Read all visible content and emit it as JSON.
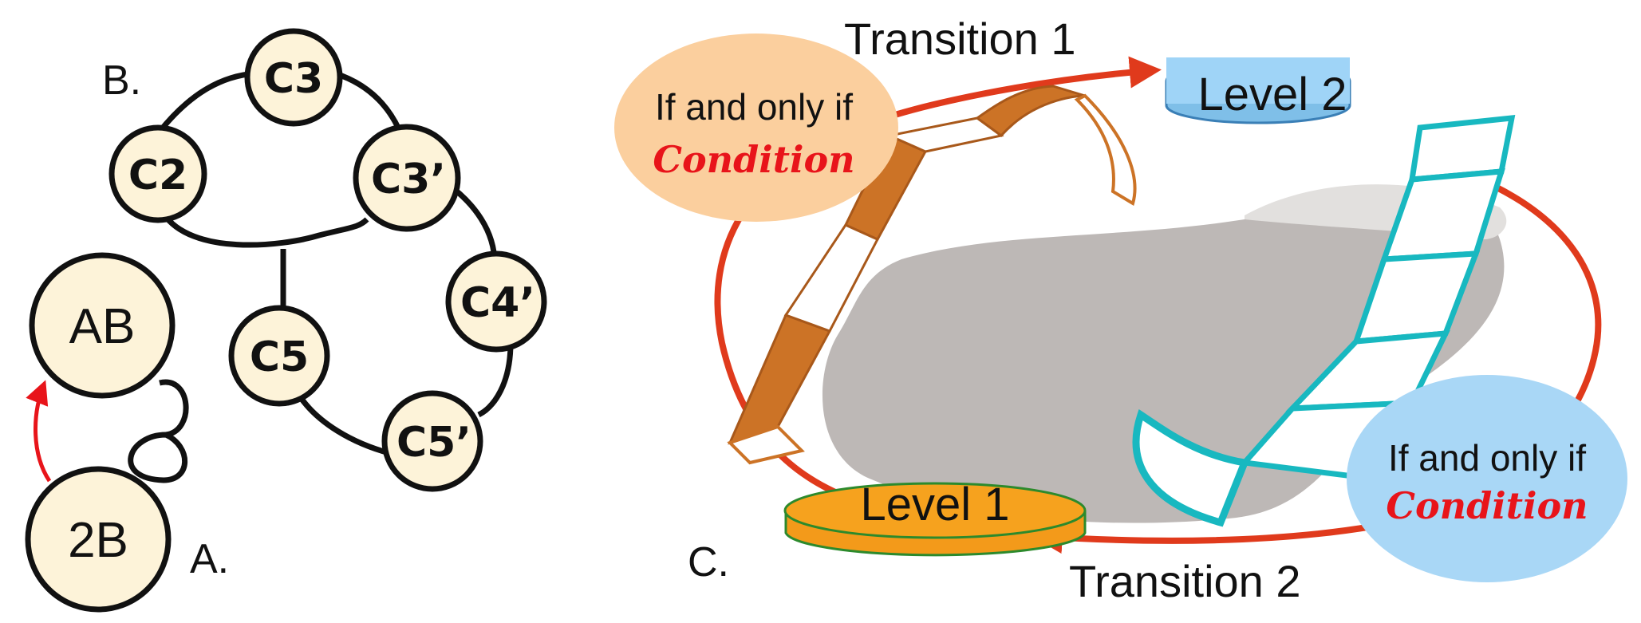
{
  "panel_a": {
    "label": "A.",
    "nodes": {
      "ab": "AB",
      "b2": "2B"
    }
  },
  "panel_b": {
    "label": "B.",
    "nodes": {
      "c3": "C3",
      "c2": "C2",
      "c3p": "C3’",
      "c4p": "C4’",
      "c5": "C5",
      "c5p": "C5’"
    }
  },
  "panel_c": {
    "label": "C.",
    "transition_1": "Transition 1",
    "transition_2": "Transition 2",
    "level_1": "Level 1",
    "level_2": "Level 2",
    "condition_left": {
      "line1": "If and only if",
      "line2": "Condition"
    },
    "condition_right": {
      "line1": "If and only if",
      "line2": "Condition"
    }
  },
  "colors": {
    "node_fill": "#fdf3d9",
    "ring_red": "#e03a1c",
    "orange_sheet": "#cc7326",
    "teal_sheet": "#18b8c0",
    "level_1_fill": "#f6a21e",
    "level_2_fill": "#9fd4f7",
    "bubble_orange": "#fbcf9e",
    "bubble_blue": "#a9d7f6",
    "landscape_gray": "#bdb8b6",
    "condition_red": "#e8141a"
  }
}
